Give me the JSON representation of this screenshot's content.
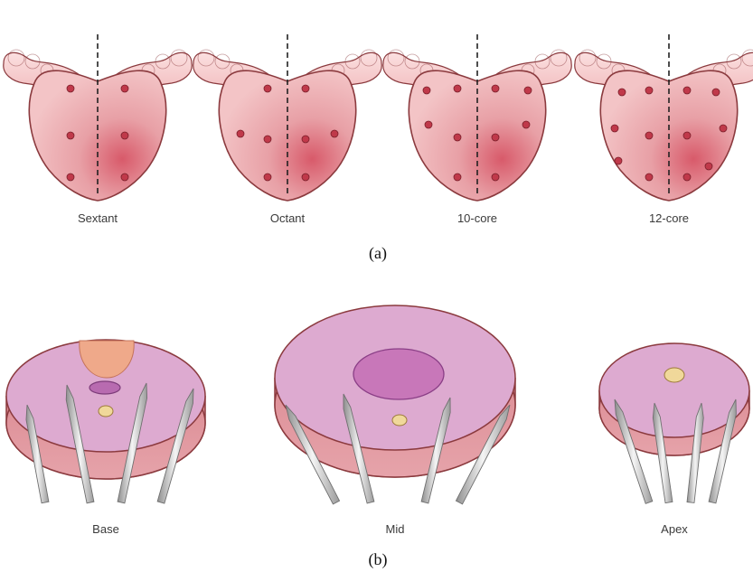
{
  "panel_a": {
    "label": "(a)",
    "templates": [
      {
        "name": "Sextant"
      },
      {
        "name": "Octant"
      },
      {
        "name": "10-core"
      },
      {
        "name": "12-core"
      }
    ]
  },
  "panel_b": {
    "label": "(b)",
    "sections": [
      {
        "name": "Base"
      },
      {
        "name": "Mid"
      },
      {
        "name": "Apex"
      }
    ]
  },
  "colors": {
    "gland_fill": "#e9a5a8",
    "gland_edge": "#8b3a3e",
    "biopsy_dot": "#c0394a",
    "midline": "#222222",
    "vesicle_fill": "#f7cfd0",
    "section_top": "#ddaad0",
    "section_side": "#d9868e",
    "urethra": "#f0d89a",
    "needle": "#cfcfcf"
  }
}
